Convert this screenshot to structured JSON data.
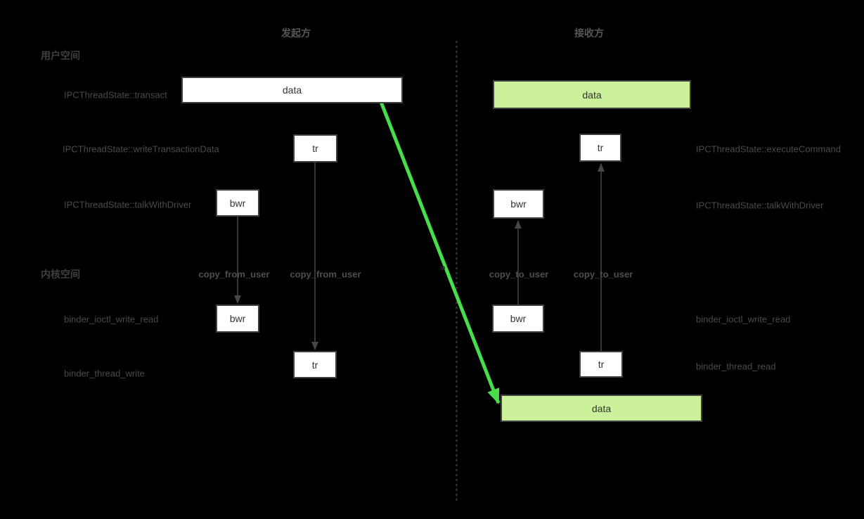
{
  "diagram": {
    "sender": {
      "header": "发起方",
      "rows": {
        "transact": "IPCThreadState::transact",
        "write_transaction_data": "IPCThreadState::writeTransactionData",
        "talk_with_driver": "IPCThreadState::talkWithDriver",
        "binder_ioctl_write_read": "binder_ioctl_write_read",
        "binder_thread_write": "binder_thread_write"
      },
      "copy_labels": [
        "copy_from_user",
        "copy_from_user"
      ]
    },
    "receiver": {
      "header": "接收方",
      "rows": {
        "execute_command": "IPCThreadState::executeCommand",
        "talk_with_driver": "IPCThreadState::talkWithDriver",
        "binder_ioctl_write_read": "binder_ioctl_write_read",
        "binder_thread_read": "binder_thread_read"
      },
      "copy_labels": [
        "copy_to_user",
        "copy_to_user"
      ]
    },
    "spaces": {
      "user": "用户空间",
      "kernel": "内核空间"
    },
    "boxes": {
      "sender_data_user": "data",
      "sender_tr_user": "tr",
      "sender_bwr_user": "bwr",
      "sender_bwr_kernel": "bwr",
      "sender_tr_kernel": "tr",
      "receiver_data_user": "data",
      "receiver_tr_user": "tr",
      "receiver_bwr_user": "bwr",
      "receiver_bwr_kernel": "bwr",
      "receiver_tr_kernel": "tr",
      "receiver_data_kernel": "data"
    },
    "green_arrow_label": "s",
    "colors": {
      "background": "#000000",
      "box_border": "#404040",
      "box_fill_white": "#ffffff",
      "box_fill_green": "#cbf29a",
      "green_arrow": "#48dd4b",
      "connector": "#474747",
      "separator": "#3d3d3d",
      "label_text": "#4a4a4a",
      "box_text": "#333333"
    }
  }
}
